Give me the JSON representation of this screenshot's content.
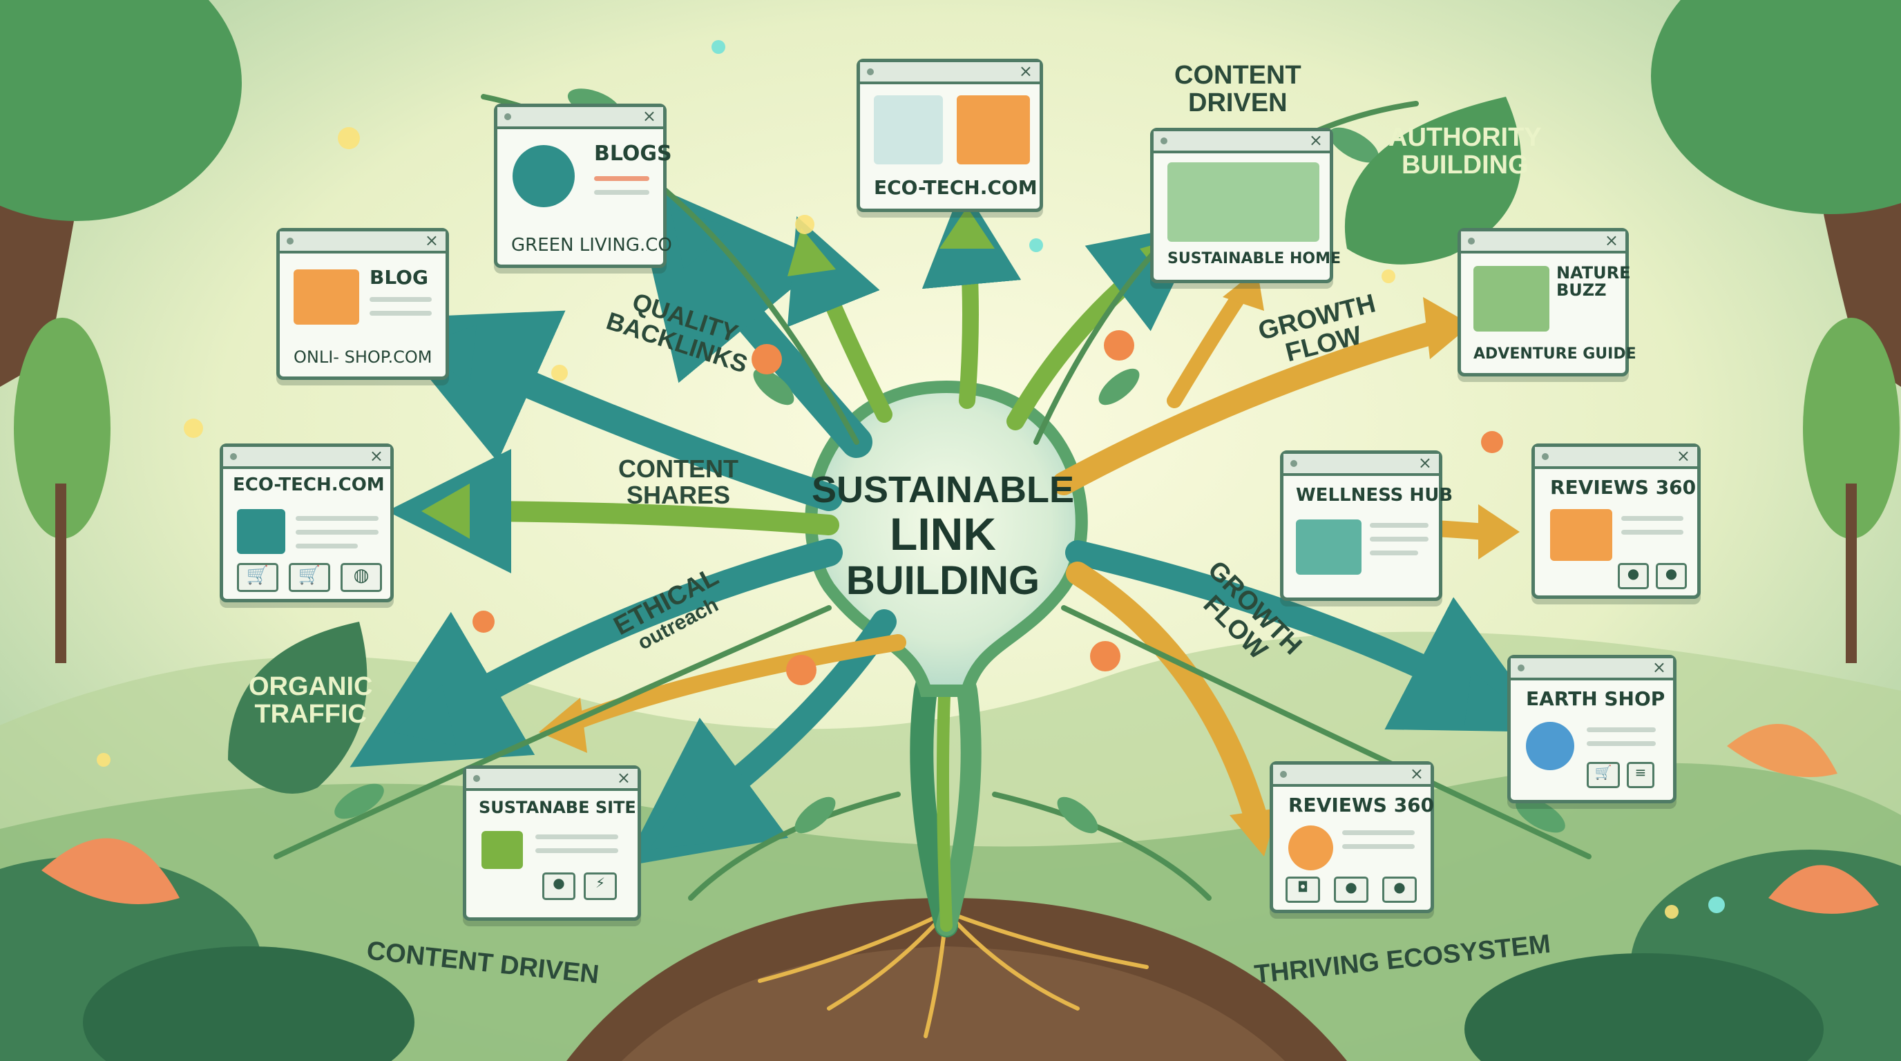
{
  "center": {
    "line1": "SUSTAINABLE",
    "line2": "LINK",
    "line3": "BUILDING"
  },
  "labels": {
    "quality_backlinks": [
      "QUALITY",
      "BACKLINKS"
    ],
    "content_shares": [
      "CONTENT",
      "SHARES"
    ],
    "ethical_outreach": [
      "ETHICAL",
      "outreach"
    ],
    "organic_traffic": [
      "ORGANIC",
      "TRAFFIC"
    ],
    "content_driven_top": [
      "CONTENT",
      "DRIVEN"
    ],
    "authority_building": [
      "AUTHORITY",
      "BUILDING"
    ],
    "growth_flow_top": [
      "GROWTH",
      "FLOW"
    ],
    "growth_flow_mid": [
      "GROWTH",
      "FLOW"
    ],
    "content_driven_bottom": "CONTENT DRIVEN",
    "thriving_ecosystem": "THRIVING ECOSYSTEM"
  },
  "cards": {
    "blogs_green_living": {
      "title": "BLOGS",
      "footer": "GREEN LIVING.CO"
    },
    "blog_online_shop": {
      "title": "BLOG",
      "footer": "ONLI- SHOP.COM"
    },
    "eco_tech_top": {
      "title": "ECO-TECH.COM"
    },
    "eco_tech_left": {
      "title": "ECO-TECH.COM"
    },
    "sustainable_home": {
      "title": "SUSTAINABLE HOME"
    },
    "nature_buzz": {
      "title": "NATURE BUZZ",
      "footer": "ADVENTURE GUIDE"
    },
    "wellness_hub": {
      "title": "WELLNESS HUB"
    },
    "reviews_360_right": {
      "title": "REVIEWS 360"
    },
    "earth_shop": {
      "title": "EARTH SHOP"
    },
    "reviews_360_bottom": {
      "title": "REVIEWS 360"
    },
    "sustainabe_site": {
      "title": "SUSTANABE SITE"
    }
  },
  "icons": [
    "recycle-icon",
    "cart-icon",
    "house-icon",
    "globe-icon",
    "person-icon",
    "leaf-icon",
    "mountain-icon",
    "lightbulb-icon"
  ],
  "colors": {
    "teal_arrow": "#2f8f8a",
    "green_arrow": "#7cb342",
    "gold_arrow": "#e0a93a",
    "card_border": "#4f7b65",
    "text_dark": "#244536"
  }
}
